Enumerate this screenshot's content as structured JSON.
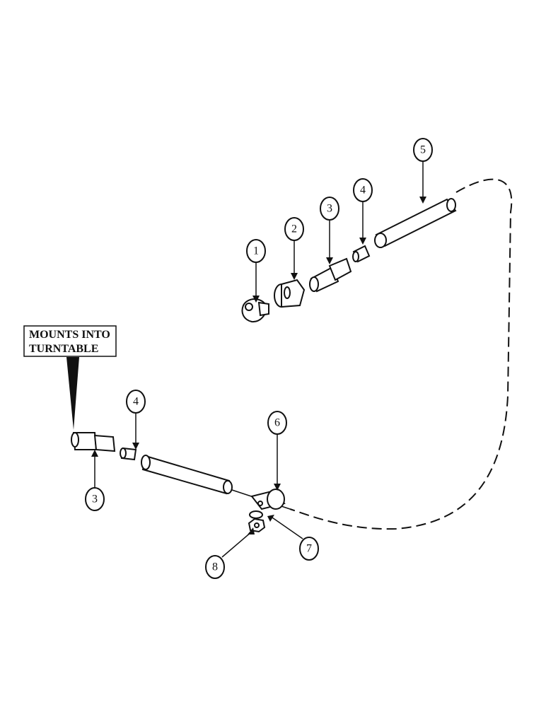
{
  "note": {
    "line1": "MOUNTS INTO",
    "line2": "TURNTABLE"
  },
  "callouts": [
    {
      "id": "c1",
      "label": "1"
    },
    {
      "id": "c2",
      "label": "2"
    },
    {
      "id": "c3a",
      "label": "3"
    },
    {
      "id": "c4a",
      "label": "4"
    },
    {
      "id": "c5",
      "label": "5"
    },
    {
      "id": "c3b",
      "label": "3"
    },
    {
      "id": "c4b",
      "label": "4"
    },
    {
      "id": "c6",
      "label": "6"
    },
    {
      "id": "c7",
      "label": "7"
    },
    {
      "id": "c8",
      "label": "8"
    }
  ]
}
